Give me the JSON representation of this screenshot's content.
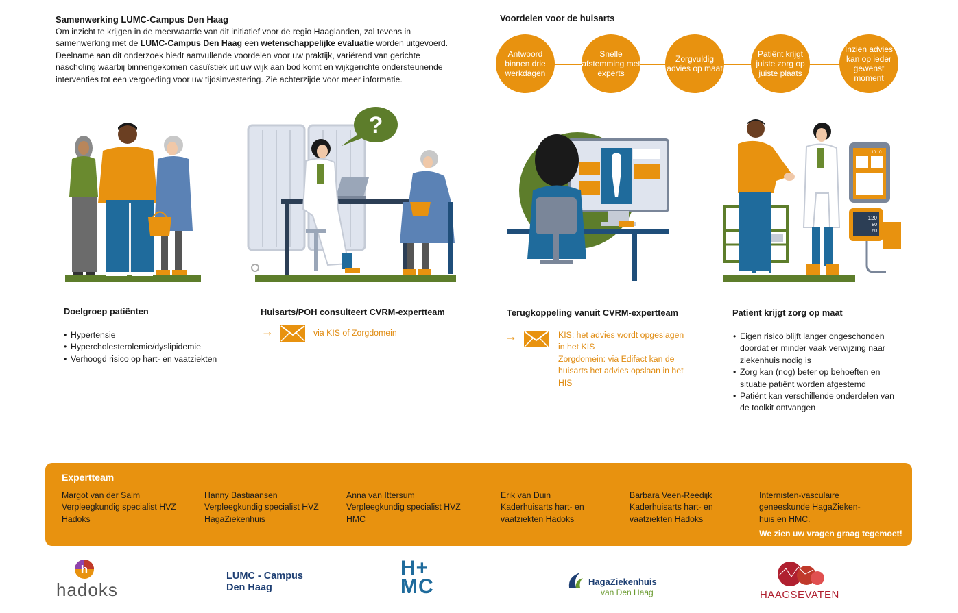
{
  "intro": {
    "title": "Samenwerking  LUMC-Campus Den Haag",
    "line1": "Om inzicht te krijgen in de meerwaarde van dit initiatief voor de regio Haaglanden, zal tevens in",
    "line2_prefix": "samenwerking met de ",
    "line2_bold1": "LUMC-Campus Den Haag",
    "line2_mid": " een ",
    "line2_bold2": "wetenschappelijke evaluatie",
    "line2_suffix": " worden uitgevoerd.",
    "line3": "Deelname aan dit onderzoek biedt aanvullende voordelen voor uw praktijk, variërend van gerichte",
    "line4": "nascholing waarbij binnengekomen casuïstiek uit uw wijk aan bod komt en wijkgerichte ondersteunende",
    "line5": "interventies tot een vergoeding voor uw tijdsinvestering. Zie achterzijde voor meer informatie."
  },
  "benefits": {
    "title": "Voordelen voor de huisarts",
    "items": [
      "Antwoord binnen drie werkdagen",
      "Snelle afstemming met experts",
      "Zorgvuldig advies op maat",
      "Patiënt krijgt juiste zorg op juiste plaats",
      "Inzien advies kan op ieder gewenst moment"
    ]
  },
  "illustration": {
    "question_mark": "?",
    "monitor_readout": [
      "120",
      "80",
      "60"
    ],
    "tablet_time": "10:10"
  },
  "steps": {
    "step1": {
      "title": "Doelgroep patiënten",
      "bullets": [
        "Hypertensie",
        "Hypercholesterolemie/dyslipidemie",
        "Verhoogd risico op hart- en vaatziekten"
      ]
    },
    "step2": {
      "title": "Huisarts/POH consulteert CVRM-expertteam",
      "note": "via KIS of Zorgdomein"
    },
    "step3": {
      "title": "Terugkoppeling vanuit CVRM-expertteam",
      "note_lines": [
        "KIS: het advies wordt opgeslagen",
        "in het KIS",
        "Zorgdomein: via Edifact kan de",
        "huisarts het advies opslaan in het",
        "HIS"
      ]
    },
    "step4": {
      "title": "Patiënt krijgt zorg op maat",
      "bullets": [
        [
          "Eigen risico blijft langer ongeschonden",
          "doordat er minder vaak verwijzing naar",
          "ziekenhuis nodig is"
        ],
        [
          "Zorg kan (nog) beter op behoeften en",
          "situatie patiënt worden afgestemd"
        ],
        [
          "Patiënt kan verschillende onderdelen van",
          "de toolkit ontvangen"
        ]
      ]
    }
  },
  "expertteam": {
    "title": "Expertteam",
    "members": [
      [
        "Margot van der Salm",
        "Verpleegkundig specialist HVZ",
        "Hadoks"
      ],
      [
        "Hanny Bastiaansen",
        "Verpleegkundig specialist HVZ",
        "HagaZiekenhuis"
      ],
      [
        "Anna van Ittersum",
        "Verpleegkundig specialist HVZ",
        "HMC"
      ],
      [
        "Erik van Duin",
        "Kaderhuisarts hart- en",
        "vaatziekten Hadoks"
      ],
      [
        "Barbara Veen-Reedijk",
        "Kaderhuisarts hart- en",
        "vaatziekten Hadoks"
      ],
      [
        "Internisten-vasculaire",
        "geneeskunde HagaZieken-",
        "huis en HMC."
      ]
    ],
    "closing": "We zien uw vragen graag tegemoet!"
  },
  "logos": {
    "hadoks": "hadoks",
    "lumc_line1": "LUMC - Campus",
    "lumc_line2": "Den Haag",
    "hmc_top": "H+",
    "hmc_bottom": "MC",
    "haga_line1": "HagaZiekenhuis",
    "haga_line2": "van Den Haag",
    "haagse_vaten": "HAAGSEVATEN"
  },
  "colors": {
    "orange": "#e8920f",
    "green": "#5d7d2b",
    "blue": "#1f6b9c",
    "navy": "#1e3f73"
  }
}
